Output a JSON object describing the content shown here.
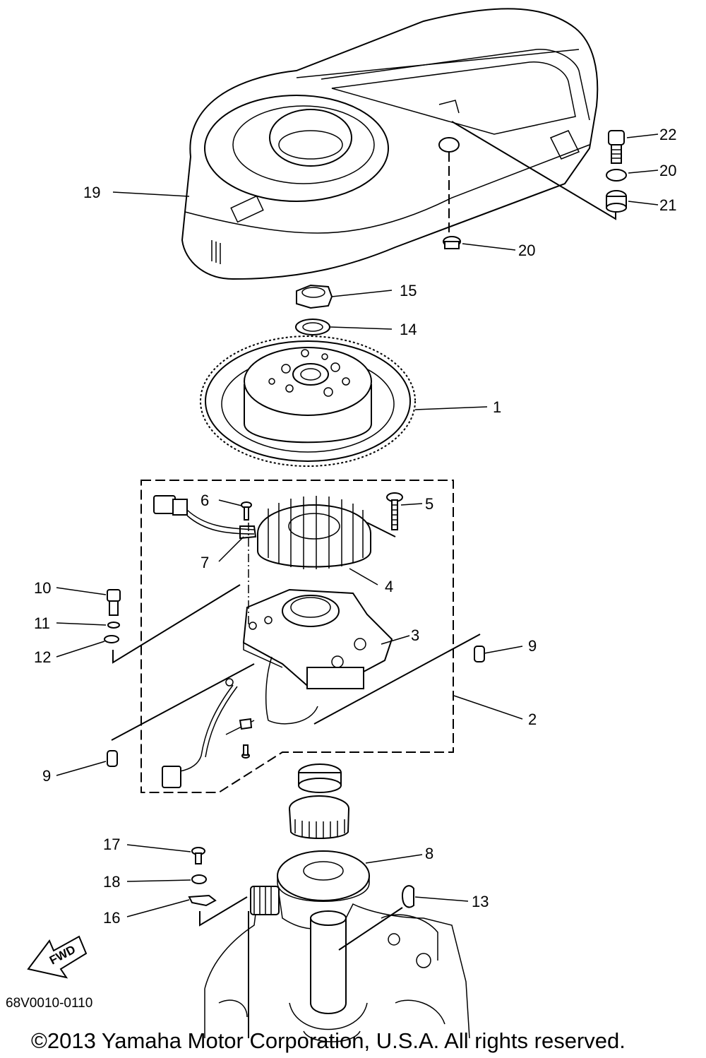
{
  "diagram": {
    "callouts": [
      {
        "id": "1",
        "label": "1"
      },
      {
        "id": "2",
        "label": "2"
      },
      {
        "id": "3",
        "label": "3"
      },
      {
        "id": "4",
        "label": "4"
      },
      {
        "id": "5",
        "label": "5"
      },
      {
        "id": "6",
        "label": "6"
      },
      {
        "id": "7",
        "label": "7"
      },
      {
        "id": "8",
        "label": "8"
      },
      {
        "id": "9a",
        "label": "9"
      },
      {
        "id": "9b",
        "label": "9"
      },
      {
        "id": "10",
        "label": "10"
      },
      {
        "id": "11",
        "label": "11"
      },
      {
        "id": "12",
        "label": "12"
      },
      {
        "id": "13",
        "label": "13"
      },
      {
        "id": "14",
        "label": "14"
      },
      {
        "id": "15",
        "label": "15"
      },
      {
        "id": "16",
        "label": "16"
      },
      {
        "id": "17",
        "label": "17"
      },
      {
        "id": "18",
        "label": "18"
      },
      {
        "id": "19",
        "label": "19"
      },
      {
        "id": "20a",
        "label": "20"
      },
      {
        "id": "20b",
        "label": "20"
      },
      {
        "id": "21",
        "label": "21"
      },
      {
        "id": "22",
        "label": "22"
      }
    ],
    "fwd_label": "FWD",
    "diagram_code": "68V0010-0110",
    "copyright": "©2013 Yamaha Motor Corporation, U.S.A. All rights reserved."
  }
}
